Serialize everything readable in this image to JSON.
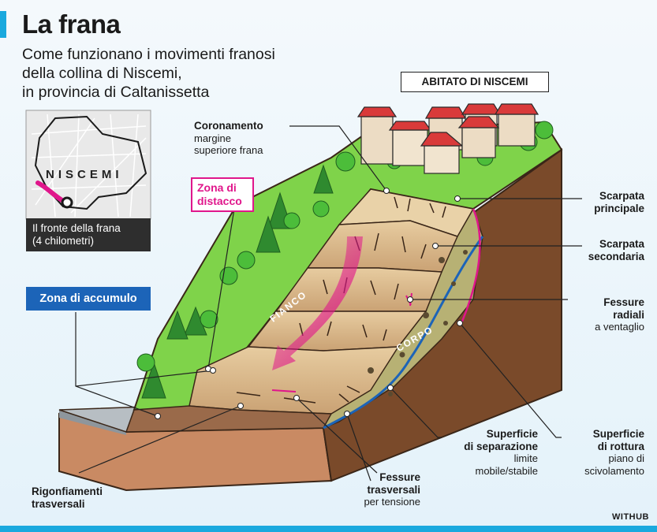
{
  "header": {
    "title": "La frana",
    "subtitle_lines": [
      "Come funzionano i movimenti franosi",
      "della collina di Niscemi,",
      "in provincia di Caltanissetta"
    ]
  },
  "inset_map": {
    "place": "NISCEMI",
    "caption_lines": [
      "Il fronte della frana",
      "(4 chilometri)"
    ]
  },
  "town_label": "ABITATO DI NISCEMI",
  "zones": {
    "detachment_lines": [
      "Zona di",
      "distacco"
    ],
    "accumulation": "Zona di accumulo"
  },
  "slope_labels": {
    "flank": "FIANCO",
    "body": "CORPO"
  },
  "labels": {
    "crown": {
      "title": "Coronamento",
      "desc_lines": [
        "margine",
        "superiore frana"
      ]
    },
    "main_scarp": {
      "title_lines": [
        "Scarpata",
        "principale"
      ]
    },
    "secondary_scarp": {
      "title_lines": [
        "Scarpata",
        "secondaria"
      ]
    },
    "radial_cracks": {
      "title_lines": [
        "Fessure",
        "radiali"
      ],
      "desc": "a ventaglio"
    },
    "separation_surface": {
      "title_lines": [
        "Superficie",
        "di separazione"
      ],
      "desc_lines": [
        "limite",
        "mobile/stabile"
      ]
    },
    "rupture_surface": {
      "title_lines": [
        "Superficie",
        "di rottura"
      ],
      "desc_lines": [
        "piano di",
        "scivolamento"
      ]
    },
    "transverse_cracks": {
      "title_lines": [
        "Fessure",
        "trasversali"
      ],
      "desc": "per tensione"
    },
    "transverse_swelling": {
      "title_lines": [
        "Rigonfiamenti",
        "trasversali"
      ]
    }
  },
  "credit": "WITHUB",
  "colors": {
    "accent": "#1aa9de",
    "pink": "#e0168b",
    "blue": "#1c64b8",
    "grass": "#7fd34a",
    "soil_side": "#7a4a2a",
    "landslide": "#d9b98c"
  }
}
